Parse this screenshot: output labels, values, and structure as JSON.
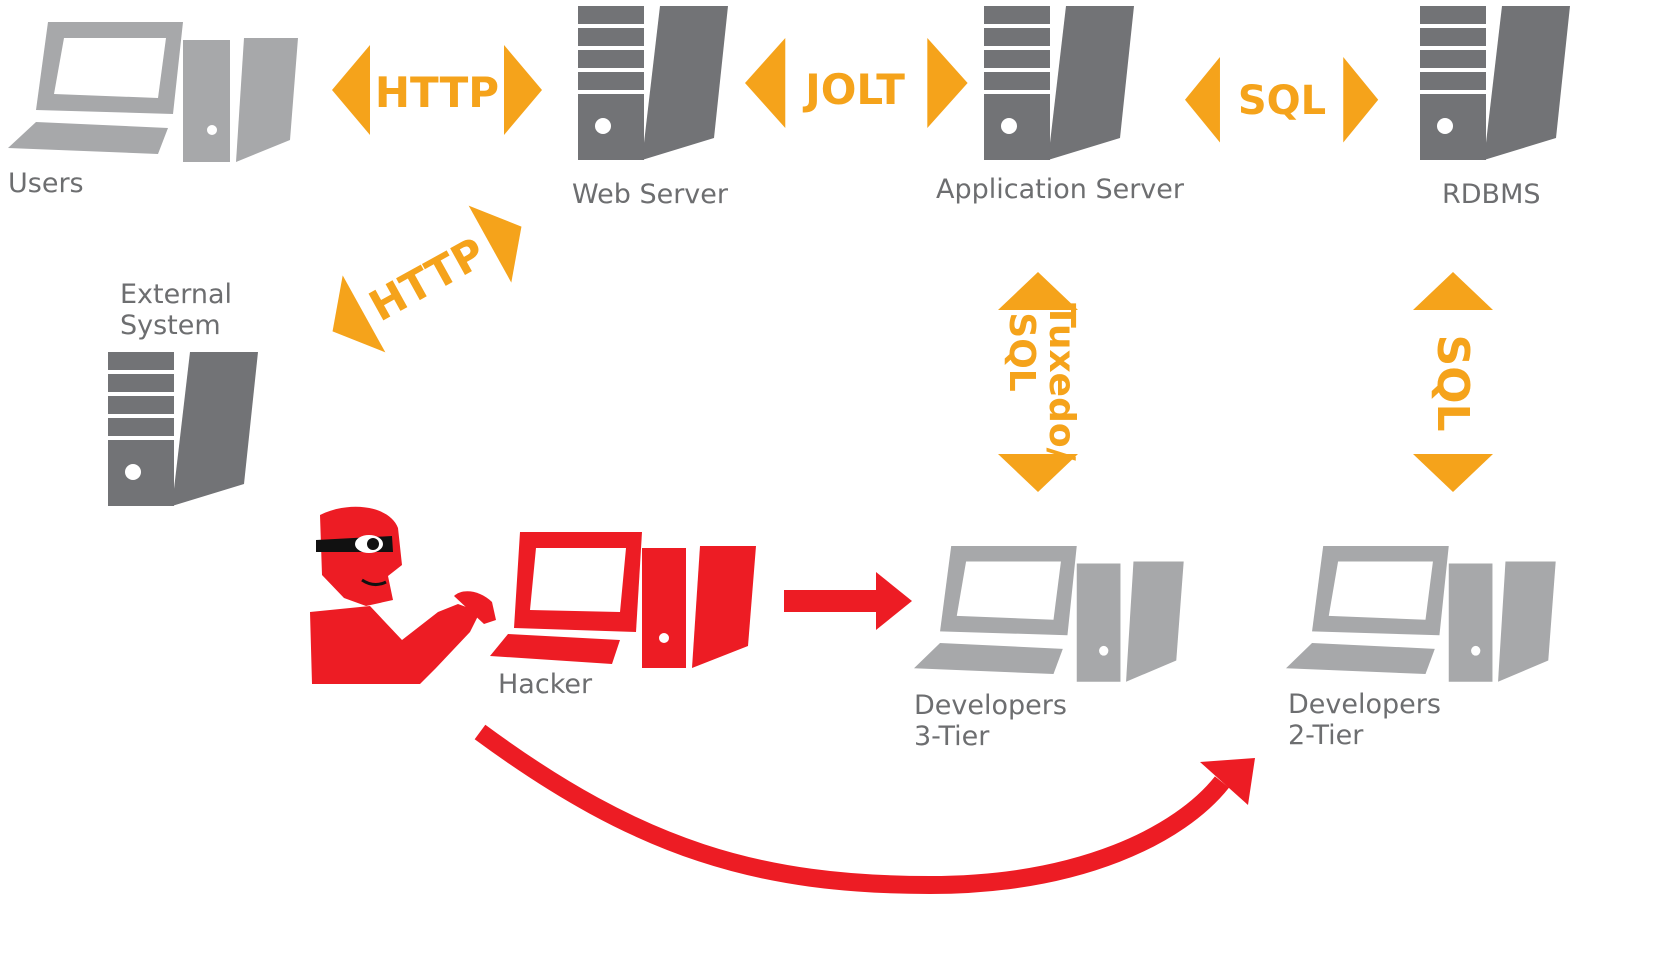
{
  "colors": {
    "gray_light": "#a7a8aa",
    "gray_dark": "#727376",
    "orange": "#f5a31b",
    "red": "#ed1c24",
    "text_gray": "#6d6e70",
    "white": "#ffffff",
    "black": "#111111"
  },
  "nodes": {
    "users": {
      "label": "Users",
      "icon": "desktop-computer-icon"
    },
    "web_server": {
      "label": "Web Server",
      "icon": "server-icon"
    },
    "app_server": {
      "label": "Application Server",
      "icon": "server-icon"
    },
    "rdbms": {
      "label": "RDBMS",
      "icon": "server-icon"
    },
    "external_system": {
      "label_line1": "External",
      "label_line2": "System",
      "icon": "server-icon"
    },
    "hacker": {
      "label": "Hacker",
      "icon": "hacker-at-computer-icon"
    },
    "dev_3tier": {
      "label_line1": "Developers",
      "label_line2": "3-Tier",
      "icon": "desktop-computer-icon"
    },
    "dev_2tier": {
      "label_line1": "Developers",
      "label_line2": "2-Tier",
      "icon": "desktop-computer-icon"
    }
  },
  "connections": {
    "users_web": "HTTP",
    "web_app": "JOLT",
    "app_rdbms": "SQL",
    "external_web": "HTTP",
    "app_dev3_line1": "Tuxedo/",
    "app_dev3_line2": "SQL",
    "rdbms_dev2": "SQL"
  }
}
